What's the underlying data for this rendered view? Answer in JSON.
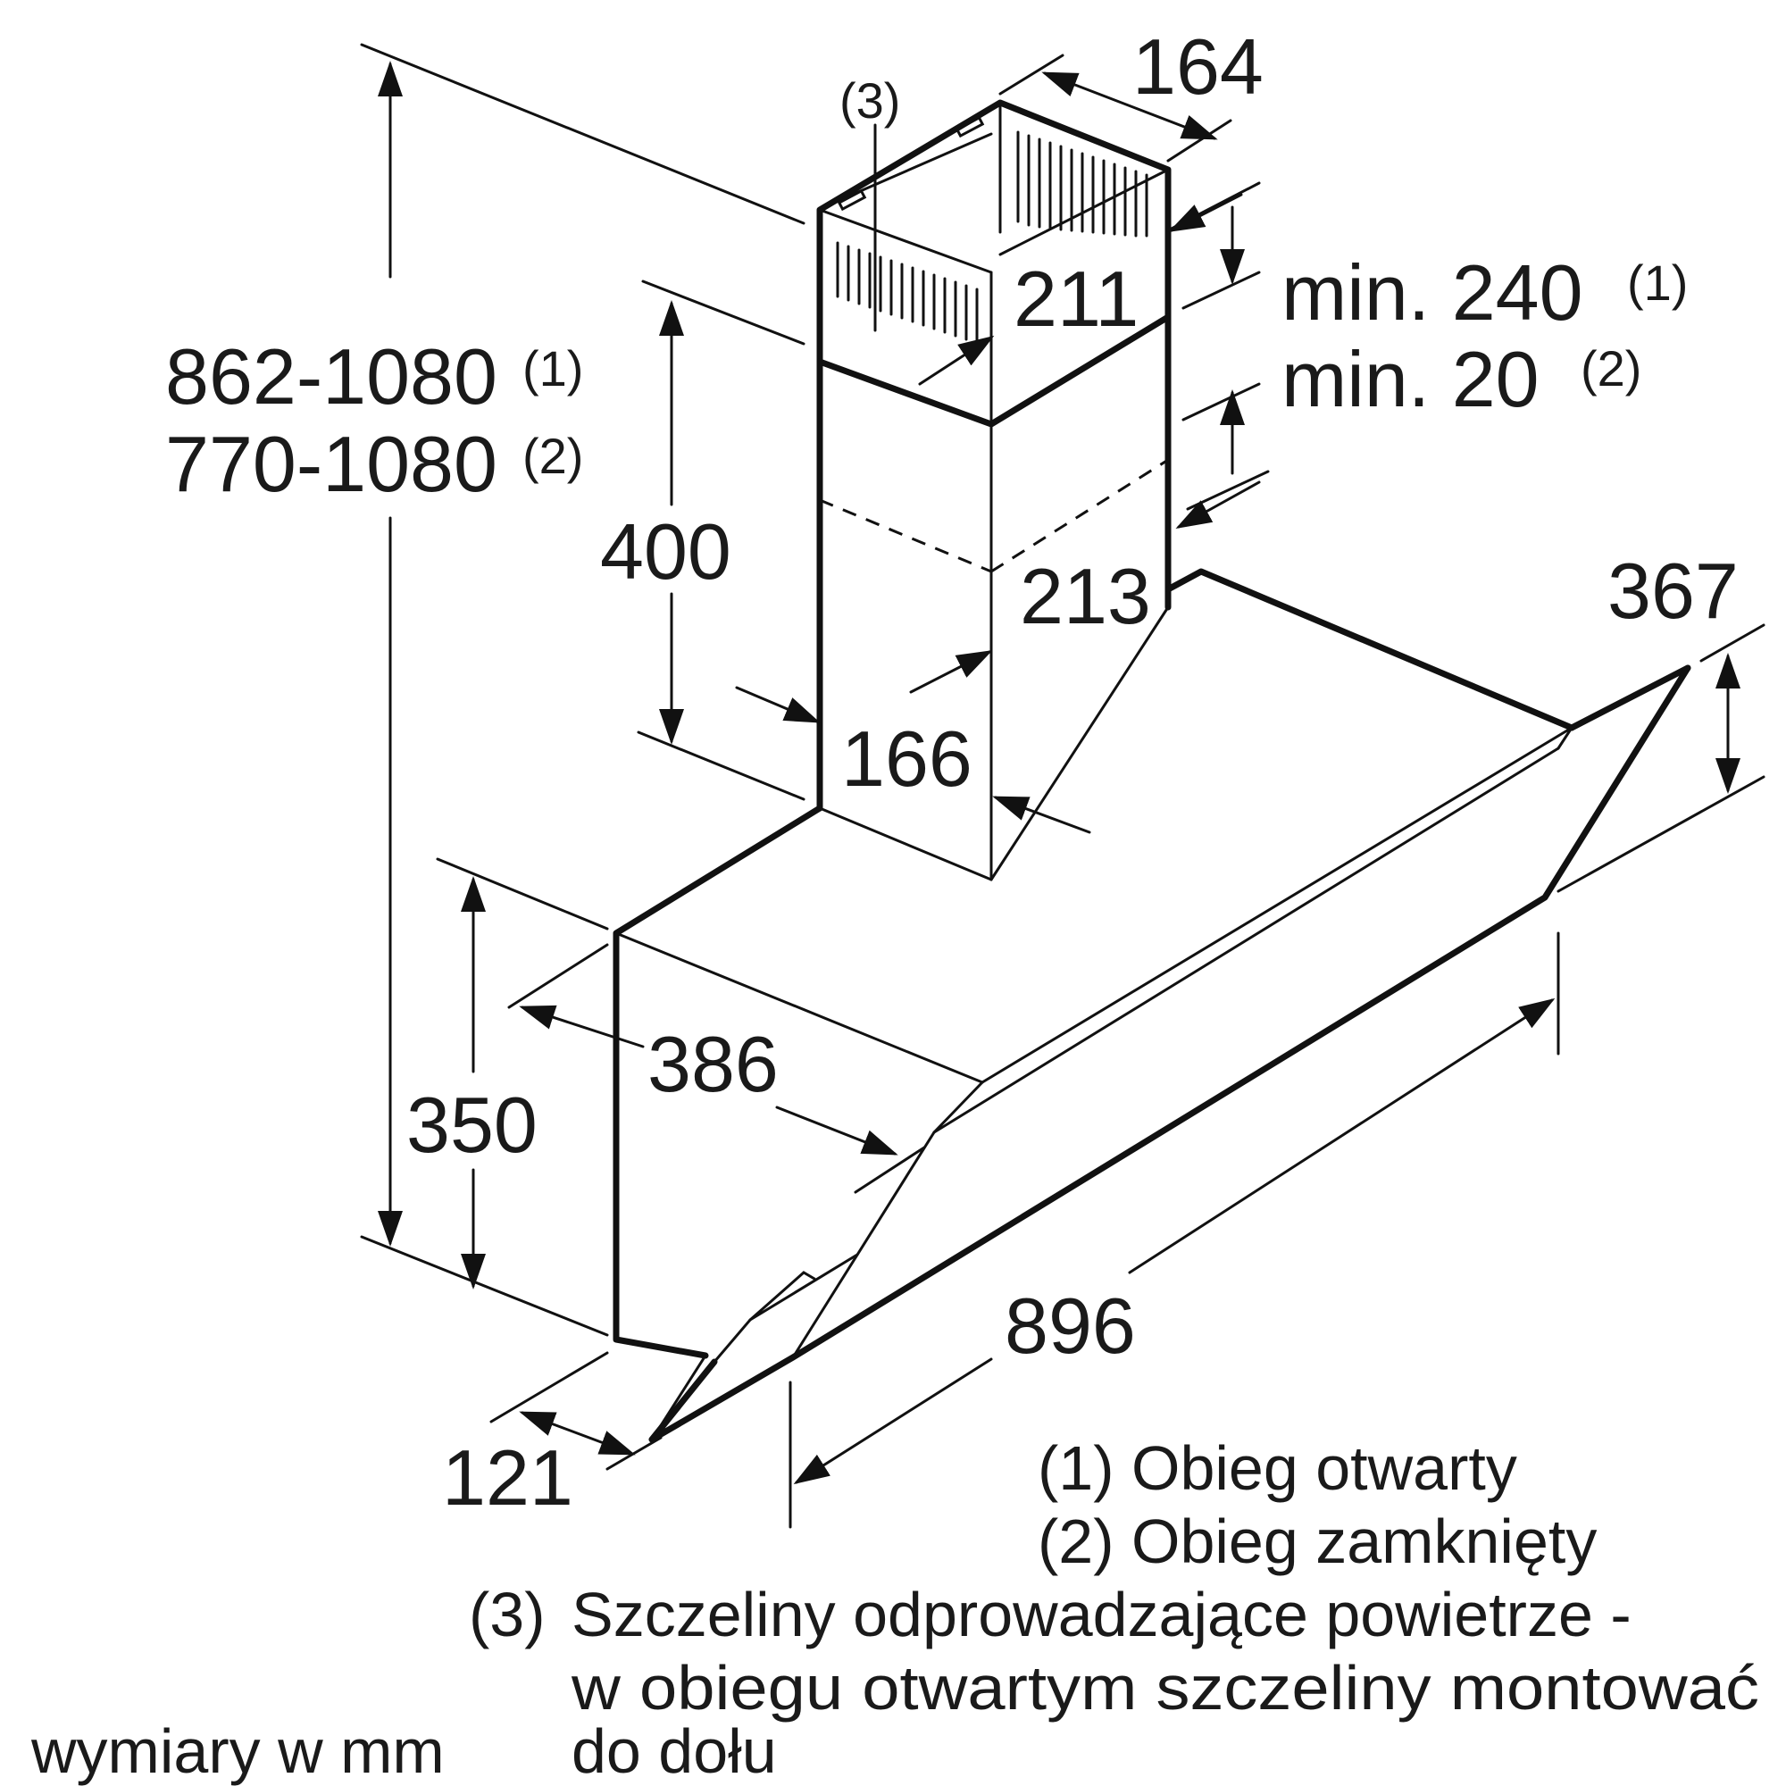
{
  "dimensions": {
    "total_height_open": "862-1080",
    "total_height_open_ref": "(1)",
    "total_height_closed": "770-1080",
    "total_height_closed_ref": "(2)",
    "chimney_top_depth": "164",
    "vent_slots_ref": "(3)",
    "chimney_upper_width": "211",
    "min_gap_open": "min. 240",
    "min_gap_open_ref": "(1)",
    "min_gap_closed": "min. 20",
    "min_gap_closed_ref": "(2)",
    "chimney_lower_height": "400",
    "chimney_lower_width": "213",
    "chimney_lower_depth": "166",
    "glass_height": "367",
    "body_depth": "386",
    "body_height": "350",
    "glass_width": "896",
    "front_depth": "121"
  },
  "legend": {
    "note1": "(1) Obieg otwarty",
    "note2": "(2) Obieg zamknięty",
    "note3_ref": "(3)",
    "note3_line1": "Szczeliny odprowadzające powietrze -",
    "note3_line2": "w obiegu otwartym szczeliny montować",
    "note3_line3": "do dołu",
    "units": "wymiary w mm"
  }
}
